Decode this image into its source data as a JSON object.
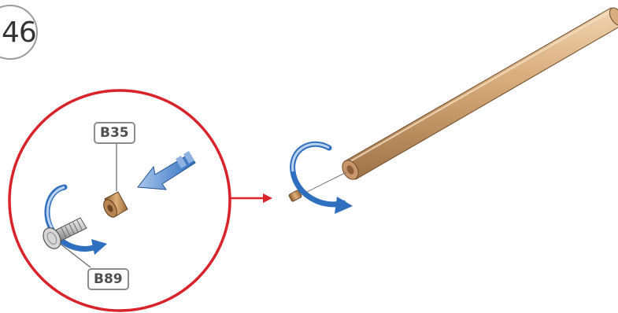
{
  "step": {
    "number": "46"
  },
  "labels": {
    "nut": "B35",
    "bolt": "B89"
  },
  "colors": {
    "detail_circle": "#d8232a",
    "arrow_blue": "#2f6fc0",
    "wood": "#d2a679",
    "metal": "#c9c9c9"
  },
  "icons": [
    "rotation-arrow-icon",
    "push-arrow-icon",
    "pointer-arrow-icon"
  ]
}
